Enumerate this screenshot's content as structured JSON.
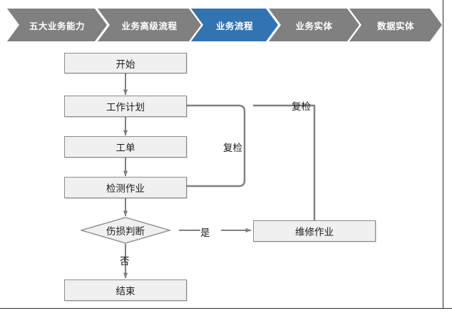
{
  "breadcrumb": {
    "items": [
      {
        "label": "五大业务能力",
        "state": "inactive"
      },
      {
        "label": "业务高级流程",
        "state": "inactive"
      },
      {
        "label": "业务流程",
        "state": "active"
      },
      {
        "label": "业务实体",
        "state": "inactive"
      },
      {
        "label": "数据实体",
        "state": "inactive"
      }
    ]
  },
  "flow": {
    "nodes": {
      "start": "开始",
      "work_plan": "工作计划",
      "work_order": "工单",
      "inspection": "检测作业",
      "damage_decision": "伤损判断",
      "repair": "维修作业",
      "end": "结束"
    },
    "edge_labels": {
      "recheck_inner": "复检",
      "recheck_outer": "复检",
      "yes": "是",
      "no": "否"
    }
  },
  "colors": {
    "chevron_gray": "#808080",
    "chevron_blue": "#3274b2",
    "node_fill": "#f0f0f0",
    "node_border": "#8c8c8c",
    "connector": "#808080",
    "text": "#1c1c1c"
  }
}
